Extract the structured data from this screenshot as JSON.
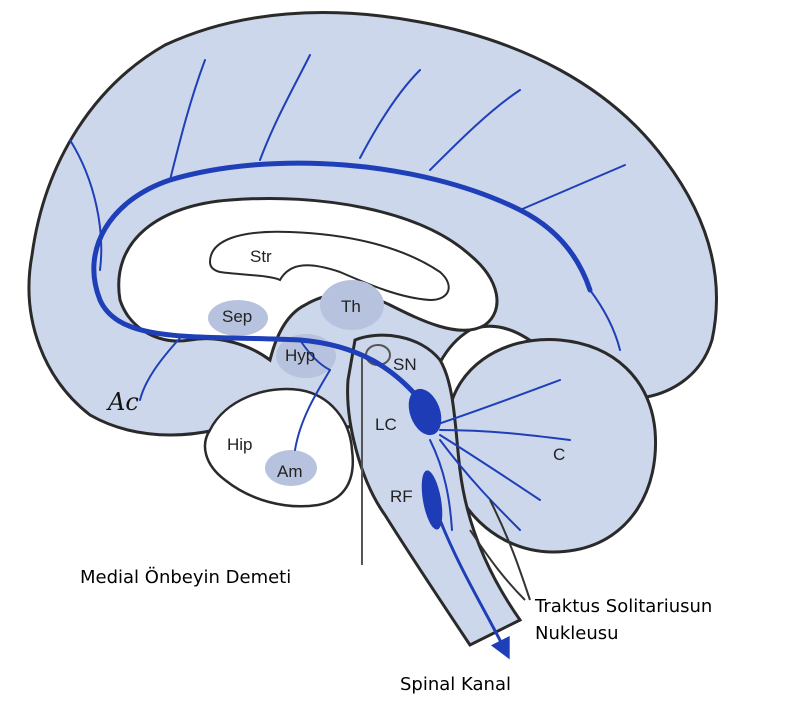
{
  "colors": {
    "brain_fill": "#ccd7ec",
    "outline": "#2a2a2a",
    "pathway": "#1f3fb8",
    "nucleus": "#1e3cb5",
    "small_region": "#b7c3de"
  },
  "labels": {
    "str": "Str",
    "th": "Th",
    "sep": "Sep",
    "hyp": "Hyp",
    "sn": "SN",
    "lc": "LC",
    "hip": "Hip",
    "am": "Am",
    "rf": "RF",
    "c": "C",
    "ac": "Ac"
  },
  "captions": {
    "medial": "Medial Önbeyin Demeti",
    "traktus_line1": "Traktus Solitariusun",
    "traktus_line2": "Nukleusu",
    "spinal": "Spinal Kanal"
  }
}
